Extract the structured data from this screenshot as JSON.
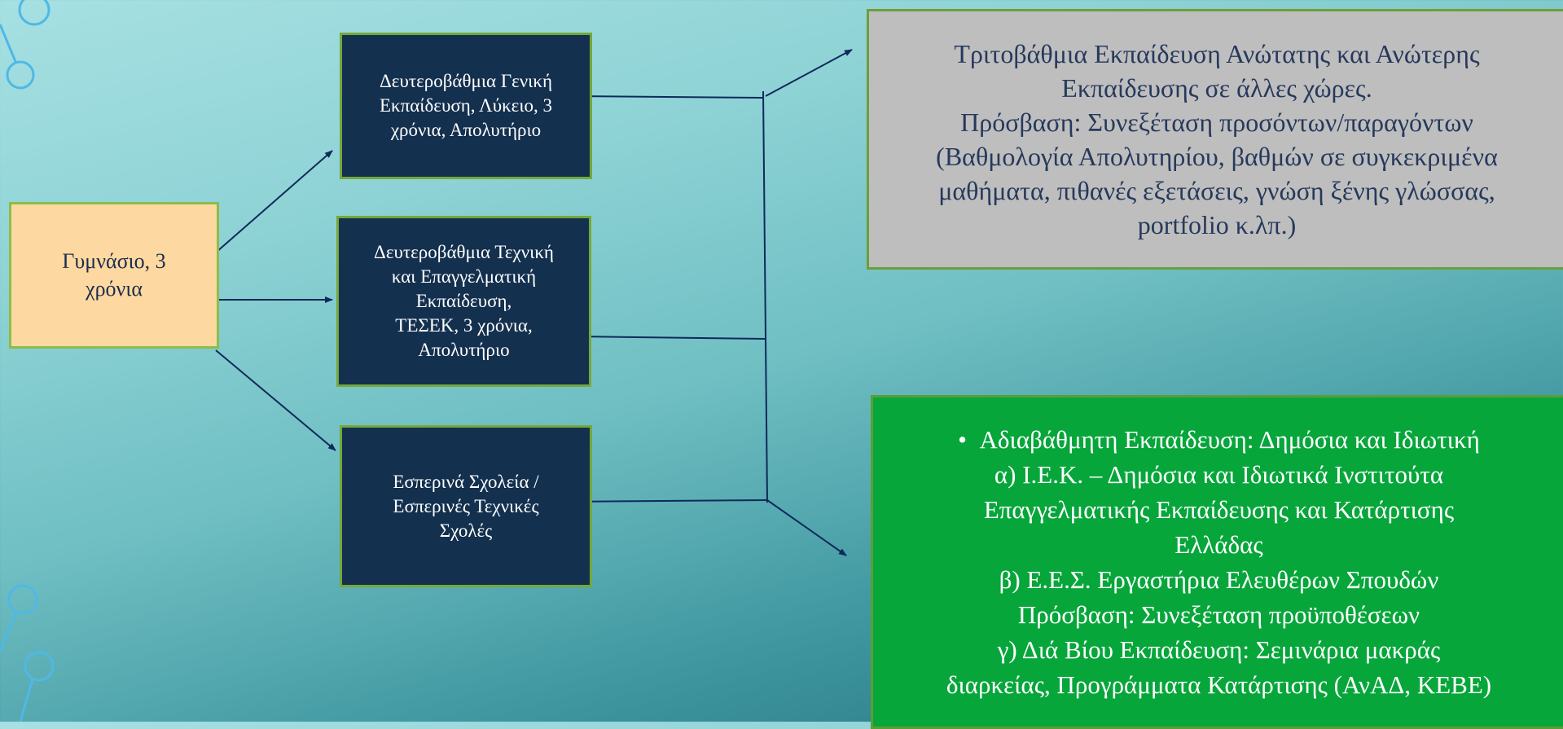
{
  "nodes": {
    "gymnasium": "Γυμνάσιο, 3\nχρόνια",
    "general_secondary": "Δευτεροβάθμια Γενική\nΕκπαίδευση, Λύκειο, 3\nχρόνια, Απολυτήριο",
    "technical_secondary": "Δευτεροβάθμια Τεχνική\nκαι Επαγγελματική\nΕκπαίδευση,\nΤΕΣΕΚ, 3 χρόνια,\nΑπολυτήριο",
    "evening_schools": "Εσπερινά Σχολεία /\nΕσπερινές Τεχνικές\nΣχολές",
    "tertiary": "Τριτοβάθμια Εκπαίδευση Ανώτατης και Ανώτερης\nΕκπαίδευσης σε άλλες χώρες.\nΠρόσβαση: Συνεξέταση προσόντων/παραγόντων\n(Βαθμολογία Απολυτηρίου, βαθμών σε συγκεκριμένα\nμαθήματα, πιθανές εξετάσεις, γνώση ξένης γλώσσας,\nportfolio κ.λπ.)",
    "non_formal": {
      "bullet": "Αδιαβάθμητη Εκπαίδευση: Δημόσια και Ιδιωτική",
      "body": "α) Ι.Ε.Κ. – Δημόσια και Ιδιωτικά Ινστιτούτα\nΕπαγγελματικής Εκπαίδευσης και Κατάρτισης\nΕλλάδας\nβ) Ε.Ε.Σ. Εργαστήρια Ελευθέρων Σπουδών\nΠρόσβαση: Συνεξέταση προϋποθέσεων\nγ) Διά Βίου Εκπαίδευση: Σεμινάρια μακράς\nδιαρκείας, Προγράμματα Κατάρτισης (ΑνΑΔ, ΚΕΒΕ)"
    }
  },
  "colors": {
    "navy_box": "#14304f",
    "peach_box": "#fdd9a1",
    "grey_box": "#bebebe",
    "green_box": "#07a63b",
    "arrow": "#0f2a5a",
    "deco_circles": "#4fb8e6"
  }
}
